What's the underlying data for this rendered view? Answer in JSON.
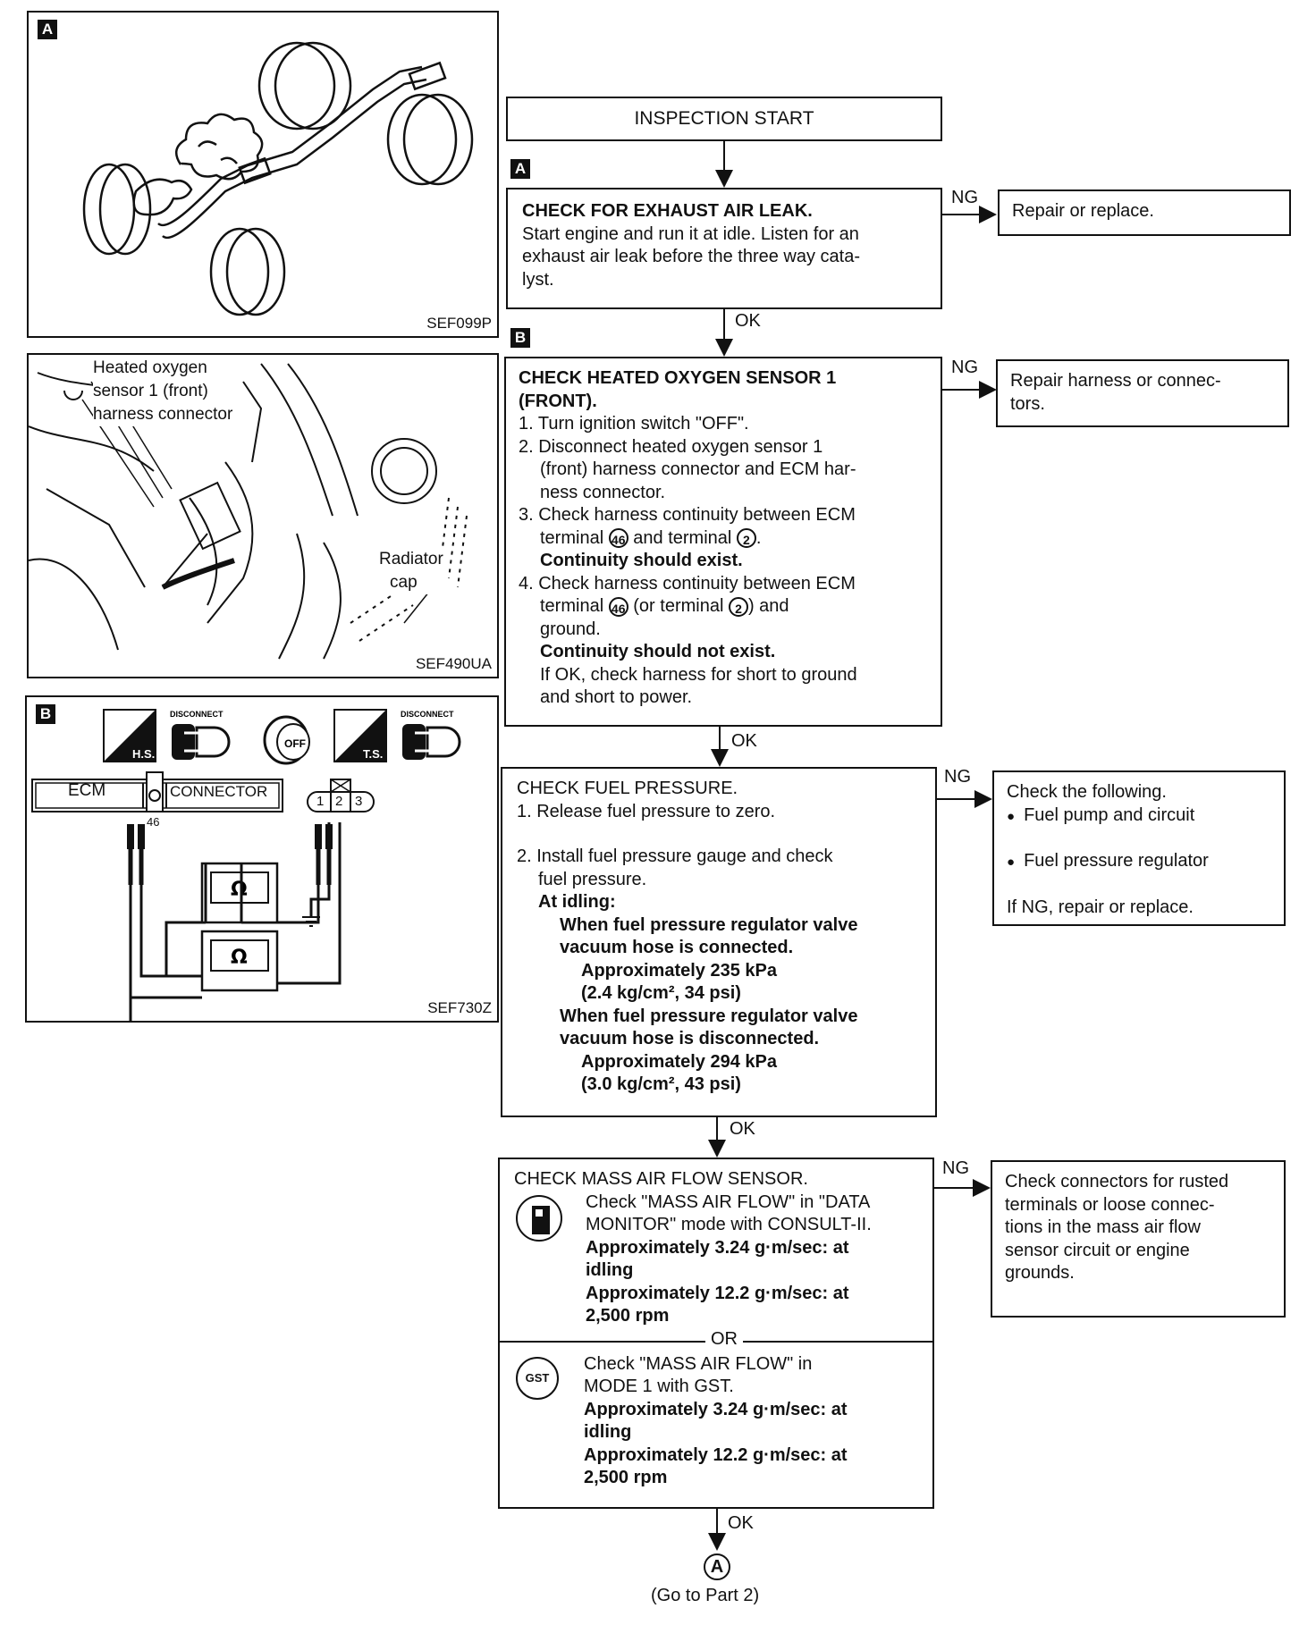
{
  "start": "INSPECTION START",
  "figA": {
    "tag": "A",
    "code": "SEF099P"
  },
  "figSensor": {
    "label1": "Heated oxygen",
    "label2": "sensor 1 (front)",
    "label3": "harness connector",
    "label4": "Radiator",
    "label5": "cap",
    "code": "SEF490UA"
  },
  "figB": {
    "tag": "B",
    "code": "SEF730Z",
    "disconnect": "DISCONNECT",
    "hs": "H.S.",
    "ts": "T.S.",
    "off": "OFF",
    "ecm": "ECM",
    "connector": "CONNECTOR",
    "pin46": "46",
    "pins": [
      "1",
      "2",
      "3"
    ],
    "ohm": "Ω"
  },
  "step1": {
    "tag": "A",
    "title": "CHECK FOR EXHAUST AIR LEAK.",
    "lines": [
      "Start engine and run it at idle. Listen for an",
      "exhaust air leak before the three way cata-",
      "lyst."
    ],
    "ng": "NG",
    "result": "Repair or replace.",
    "ok": "OK"
  },
  "step2": {
    "tag": "B",
    "title1": "CHECK HEATED OXYGEN SENSOR 1",
    "title2": "(FRONT).",
    "l1": "1. Turn ignition switch \"OFF\".",
    "l2a": "2. Disconnect heated oxygen sensor 1",
    "l2b": "(front) harness connector and ECM har-",
    "l2c": "ness connector.",
    "l3a": "3. Check harness continuity between ECM",
    "l3b1": "terminal",
    "l3t1": "46",
    "l3b2": "and terminal",
    "l3t2": "2",
    "l3b3": ".",
    "l3c": "Continuity should exist.",
    "l4a": "4. Check harness continuity between ECM",
    "l4b1": "terminal",
    "l4t1": "46",
    "l4b2": "(or terminal",
    "l4t2": "2",
    "l4b3": ") and",
    "l4c": "ground.",
    "l4d": "Continuity should not exist.",
    "l5a": "If OK, check harness for short to ground",
    "l5b": "and short to power.",
    "ng": "NG",
    "result1": "Repair harness or connec-",
    "result2": "tors.",
    "ok": "OK"
  },
  "step3": {
    "title": "CHECK FUEL PRESSURE.",
    "l1": "1. Release fuel pressure to zero.",
    "l2a": "2. Install fuel pressure gauge and check",
    "l2b": "fuel pressure.",
    "l3": "At idling:",
    "l4a": "When fuel pressure regulator valve",
    "l4b": "vacuum hose is connected.",
    "l5a": "Approximately 235 kPa",
    "l5b": "(2.4 kg/cm², 34 psi)",
    "l6a": "When fuel pressure regulator valve",
    "l6b": "vacuum hose is disconnected.",
    "l7a": "Approximately 294 kPa",
    "l7b": "(3.0 kg/cm², 43 psi)",
    "ng": "NG",
    "r1": "Check the following.",
    "r2": "Fuel pump and circuit",
    "r3": "Fuel pressure regulator",
    "r4": "If NG, repair or replace.",
    "ok": "OK"
  },
  "step4": {
    "title": "CHECK MASS AIR FLOW SENSOR.",
    "a1": "Check \"MASS AIR FLOW\" in \"DATA",
    "a2": "MONITOR\" mode with CONSULT-II.",
    "a3": "Approximately 3.24 g·m/sec: at",
    "a4": "idling",
    "a5": "Approximately 12.2 g·m/sec: at",
    "a6": "2,500 rpm",
    "or": "OR",
    "b1": "Check \"MASS AIR FLOW\" in",
    "b2": "MODE 1 with GST.",
    "b3": "Approximately 3.24 g·m/sec: at",
    "b4": "idling",
    "b5": "Approximately 12.2 g·m/sec: at",
    "b6": "2,500 rpm",
    "gst": "GST",
    "ng": "NG",
    "r1": "Check connectors for rusted",
    "r2": "terminals or loose connec-",
    "r3": "tions in the mass air flow",
    "r4": "sensor circuit or engine",
    "r5": "grounds.",
    "ok": "OK"
  },
  "end": {
    "mark": "A",
    "text": "(Go to Part 2)"
  }
}
